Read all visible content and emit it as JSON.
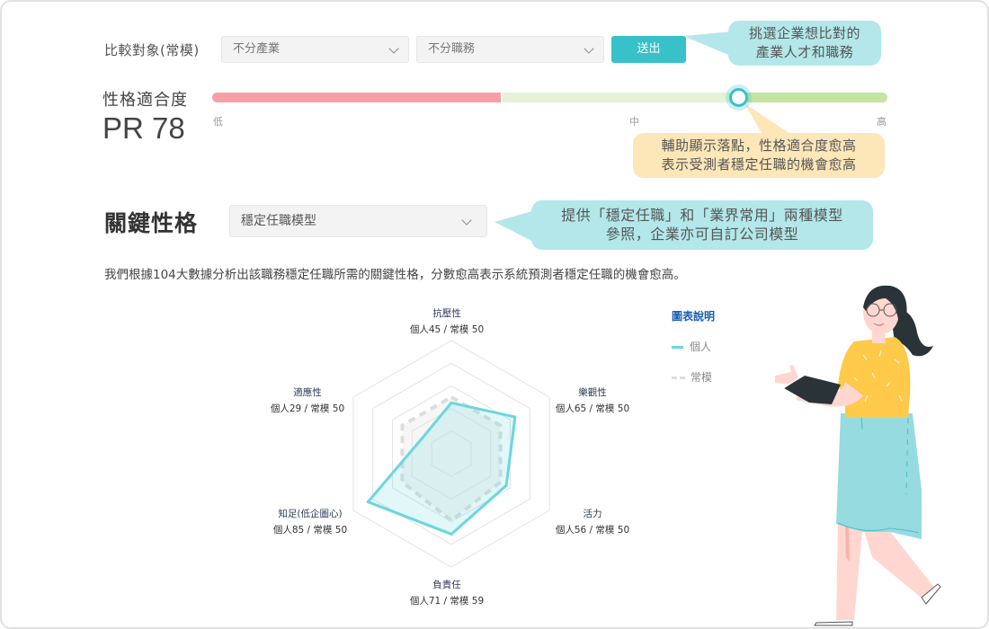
{
  "compare": {
    "label": "比較對象(常模)",
    "industry_select": {
      "value": "不分產業"
    },
    "job_select": {
      "value": "不分職務"
    },
    "submit_label": "送出"
  },
  "callouts": {
    "compare_tip": [
      "挑選企業想比對的",
      "產業人才和職務"
    ],
    "fit_tip": [
      "輔助顯示落點，性格適合度愈高",
      "表示受測者穩定任職的機會愈高"
    ],
    "model_tip": [
      "提供「穩定任職」和「業界常用」兩種模型",
      "參照，企業亦可自訂公司模型"
    ]
  },
  "fit": {
    "title": "性格適合度",
    "pr_label": "PR 78",
    "pr_value": 78,
    "scale_low": "低",
    "scale_mid": "中",
    "scale_high": "高",
    "colors": {
      "low": "#f89ea7",
      "mid": "#e4f2d8",
      "high": "#c3e59f",
      "thumb": "#38c1c8"
    }
  },
  "key_traits": {
    "title": "關鍵性格",
    "model_select": {
      "value": "穩定任職模型"
    },
    "description": "我們根據104大數據分析出該職務穩定任職所需的關鍵性格，分數愈高表示系統預測者穩定任職的機會愈高。"
  },
  "legend": {
    "title": "圖表說明",
    "items": [
      {
        "label": "個人",
        "style": "solid",
        "color": "#6ad7dd"
      },
      {
        "label": "常模",
        "style": "dashed",
        "color": "#dddddd"
      }
    ]
  },
  "chart_data": {
    "type": "radar",
    "title": "",
    "range": [
      0,
      100
    ],
    "axes": [
      {
        "name": "抗壓性",
        "label": "個人45 / 常模 50"
      },
      {
        "name": "樂觀性",
        "label": "個人65 / 常模 50"
      },
      {
        "name": "活力",
        "label": "個人56 / 常模 50"
      },
      {
        "name": "負責任",
        "label": "個人71 / 常模 59"
      },
      {
        "name": "知足(低企圖心)",
        "label": "個人85 / 常模 50"
      },
      {
        "name": "適應性",
        "label": "個人29 / 常模 50"
      }
    ],
    "series": [
      {
        "name": "個人",
        "values": [
          45,
          65,
          56,
          71,
          85,
          29
        ],
        "color": "#6ad7dd"
      },
      {
        "name": "常模",
        "values": [
          50,
          50,
          50,
          59,
          50,
          50
        ],
        "color": "#dddddd"
      }
    ],
    "grid_levels": 5,
    "legend": "right"
  }
}
